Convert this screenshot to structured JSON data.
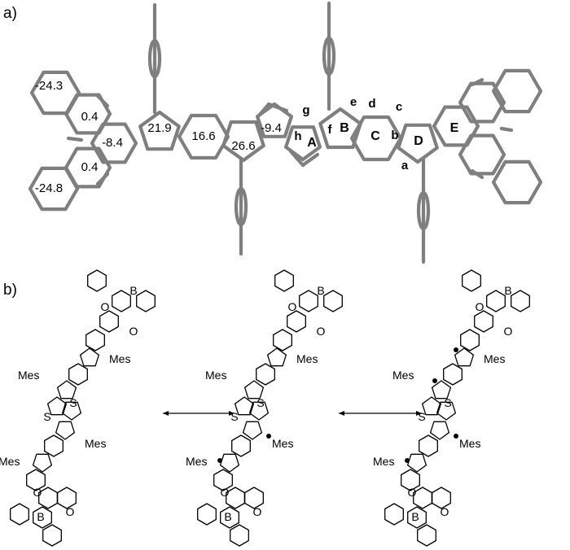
{
  "panel_a": {
    "label": "a)",
    "nics_values": [
      "-24.3",
      "0.4",
      "-8.4",
      "0.4",
      "-24.8",
      "21.9",
      "16.6",
      "26.6",
      "-9.4"
    ],
    "ring_labels": [
      "A",
      "B",
      "C",
      "D",
      "E"
    ],
    "bond_labels": [
      "a",
      "b",
      "c",
      "d",
      "e",
      "f",
      "g",
      "h"
    ]
  },
  "panel_b": {
    "label": "b)",
    "atoms": {
      "oxygen": "O",
      "boron": "B",
      "sulfur": "S",
      "mesityl": "Mes"
    }
  },
  "colors": {
    "carbon": "#7f7f7f",
    "sulfur": "#f0c040",
    "oxygen": "#cc1111",
    "boron": "#f0a0a0",
    "ink": "#000000"
  }
}
